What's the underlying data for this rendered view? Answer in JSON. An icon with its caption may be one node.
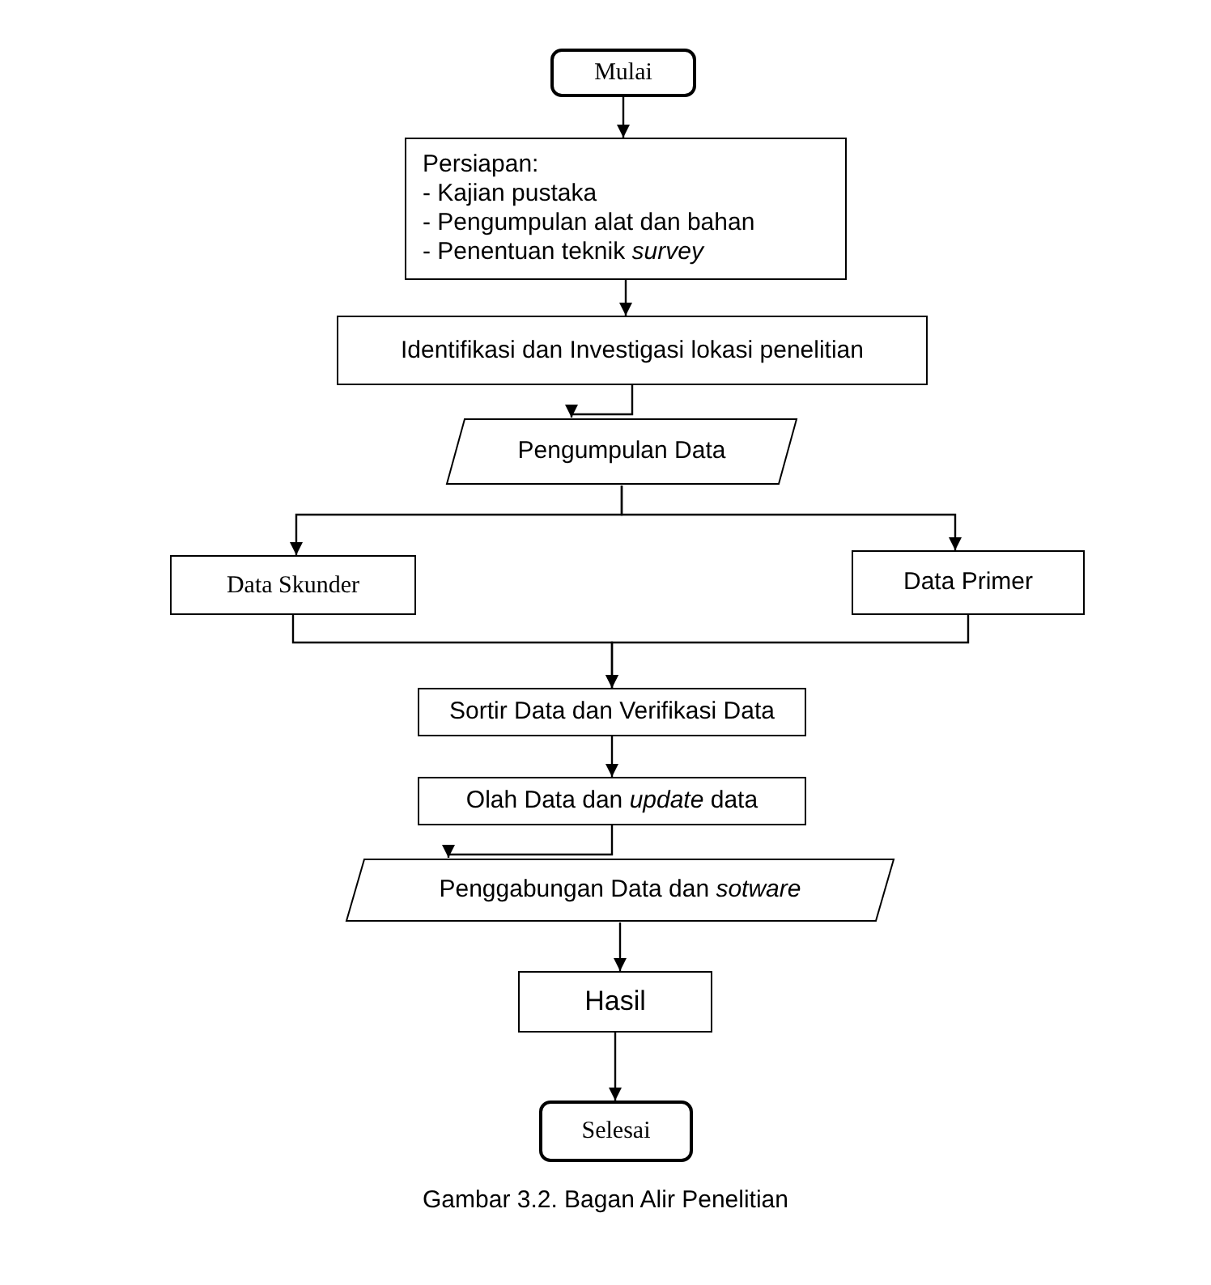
{
  "diagram": {
    "caption": "Gambar 3.2. Bagan Alir Penelitian",
    "nodes": [
      {
        "text": [
          "Mulai"
        ]
      },
      {
        "text": [
          "Persiapan:",
          "- Kajian pustaka",
          "- Pengumpulan alat dan bahan",
          "- Penentuan teknik *survey*"
        ]
      },
      {
        "text": [
          "Identifikasi dan Investigasi lokasi penelitian"
        ]
      },
      {
        "text": [
          "Pengumpulan Data"
        ]
      },
      {
        "text": [
          "Data Skunder"
        ]
      },
      {
        "text": [
          "Data Primer"
        ]
      },
      {
        "text": [
          "Sortir Data dan Verifikasi Data"
        ]
      },
      {
        "text": [
          "Olah Data dan *update* data"
        ]
      },
      {
        "text": [
          "Penggabungan Data dan *sotware*"
        ]
      },
      {
        "text": [
          "Hasil"
        ]
      },
      {
        "text": [
          "Selesai"
        ]
      }
    ],
    "edges": [
      {
        "from": 0,
        "to": 1,
        "arrow": "to"
      },
      {
        "from": 1,
        "to": 2,
        "arrow": "to"
      },
      {
        "from": 2,
        "to": 3,
        "arrow": "to"
      },
      {
        "from": 3,
        "to": 4,
        "arrow": "to"
      },
      {
        "from": 3,
        "to": 5,
        "arrow": "to"
      },
      {
        "from": 4,
        "to": 6,
        "arrow": "to"
      },
      {
        "from": 5,
        "to": 6,
        "arrow": "to"
      },
      {
        "from": 6,
        "to": 7,
        "arrow": "to"
      },
      {
        "from": 7,
        "to": 8,
        "arrow": "to"
      },
      {
        "from": 8,
        "to": 9,
        "arrow": "to"
      },
      {
        "from": 9,
        "to": 10,
        "arrow": "to"
      }
    ]
  }
}
